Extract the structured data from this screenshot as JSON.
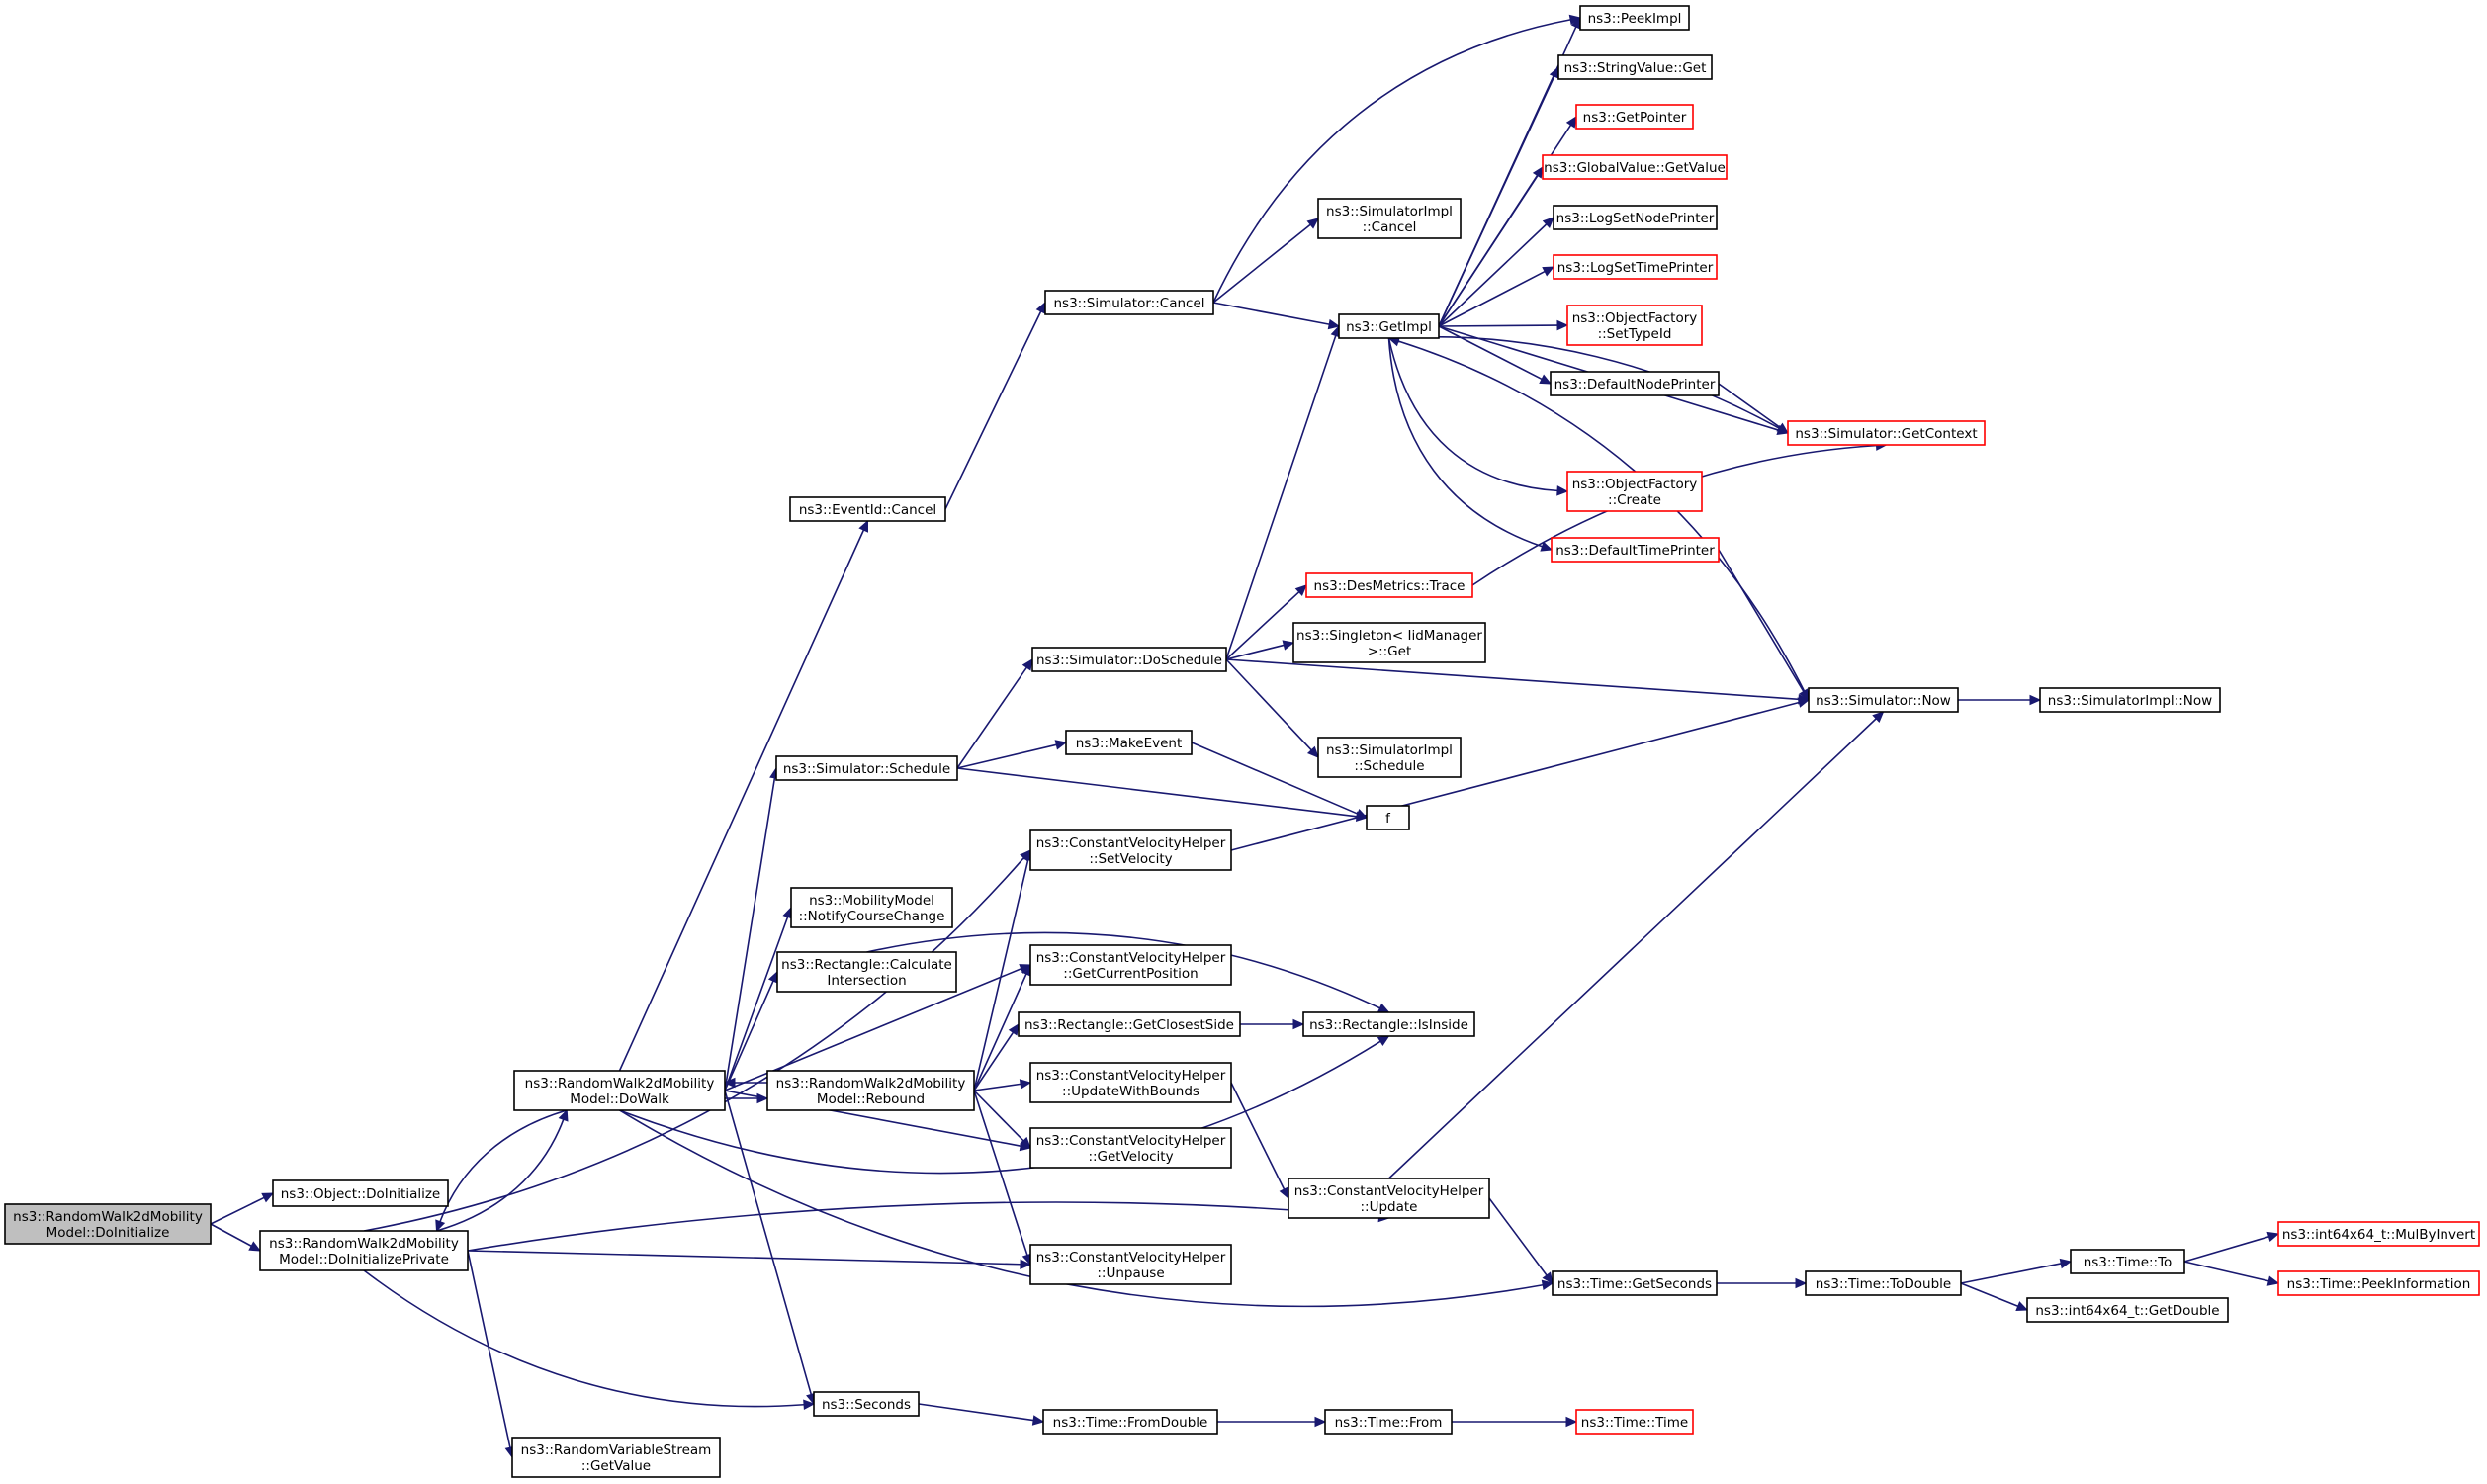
{
  "colors": {
    "edge": "#191970",
    "node_border": "#000000",
    "node_border_external": "#ff0000",
    "node_fill": "#ffffff",
    "root_fill": "#bfbfbf"
  },
  "nodes": {
    "root": {
      "lines": [
        "ns3::RandomWalk2dMobility",
        "Model::DoInitialize"
      ],
      "style": "root"
    },
    "objDoInit": {
      "lines": [
        "ns3::Object::DoInitialize"
      ],
      "style": "normal"
    },
    "doInitPriv": {
      "lines": [
        "ns3::RandomWalk2dMobility",
        "Model::DoInitializePrivate"
      ],
      "style": "normal"
    },
    "doWalk": {
      "lines": [
        "ns3::RandomWalk2dMobility",
        "Model::DoWalk"
      ],
      "style": "normal"
    },
    "rebound": {
      "lines": [
        "ns3::RandomWalk2dMobility",
        "Model::Rebound"
      ],
      "style": "normal"
    },
    "rvsGetValue": {
      "lines": [
        "ns3::RandomVariableStream",
        "::GetValue"
      ],
      "style": "normal"
    },
    "eventCancel": {
      "lines": [
        "ns3::EventId::Cancel"
      ],
      "style": "normal"
    },
    "simSchedule": {
      "lines": [
        "ns3::Simulator::Schedule"
      ],
      "style": "normal"
    },
    "notifyCourse": {
      "lines": [
        "ns3::MobilityModel",
        "::NotifyCourseChange"
      ],
      "style": "normal"
    },
    "calcInter": {
      "lines": [
        "ns3::Rectangle::Calculate",
        "Intersection"
      ],
      "style": "normal"
    },
    "seconds": {
      "lines": [
        "ns3::Seconds"
      ],
      "style": "normal"
    },
    "simCancel": {
      "lines": [
        "ns3::Simulator::Cancel"
      ],
      "style": "normal"
    },
    "simDoSchedule": {
      "lines": [
        "ns3::Simulator::DoSchedule"
      ],
      "style": "normal"
    },
    "makeEvent": {
      "lines": [
        "ns3::MakeEvent"
      ],
      "style": "normal"
    },
    "cvhSetVel": {
      "lines": [
        "ns3::ConstantVelocityHelper",
        "::SetVelocity"
      ],
      "style": "normal"
    },
    "cvhGetPos": {
      "lines": [
        "ns3::ConstantVelocityHelper",
        "::GetCurrentPosition"
      ],
      "style": "normal"
    },
    "rectClosest": {
      "lines": [
        "ns3::Rectangle::GetClosestSide"
      ],
      "style": "normal"
    },
    "cvhUpdBounds": {
      "lines": [
        "ns3::ConstantVelocityHelper",
        "::UpdateWithBounds"
      ],
      "style": "normal"
    },
    "cvhGetVel": {
      "lines": [
        "ns3::ConstantVelocityHelper",
        "::GetVelocity"
      ],
      "style": "normal"
    },
    "cvhUnpause": {
      "lines": [
        "ns3::ConstantVelocityHelper",
        "::Unpause"
      ],
      "style": "normal"
    },
    "timeFromDouble": {
      "lines": [
        "ns3::Time::FromDouble"
      ],
      "style": "normal"
    },
    "simImplCancel": {
      "lines": [
        "ns3::SimulatorImpl",
        "::Cancel"
      ],
      "style": "normal"
    },
    "desTrace": {
      "lines": [
        "ns3::DesMetrics::Trace"
      ],
      "style": "external"
    },
    "singletonGet": {
      "lines": [
        "ns3::Singleton< IidManager",
        " >::Get"
      ],
      "style": "normal"
    },
    "simImplSchedule": {
      "lines": [
        "ns3::SimulatorImpl",
        "::Schedule"
      ],
      "style": "normal"
    },
    "f": {
      "lines": [
        "f"
      ],
      "style": "normal"
    },
    "getImpl": {
      "lines": [
        "ns3::GetImpl"
      ],
      "style": "normal"
    },
    "cvhUpdate": {
      "lines": [
        "ns3::ConstantVelocityHelper",
        "::Update"
      ],
      "style": "normal"
    },
    "timeFrom": {
      "lines": [
        "ns3::Time::From"
      ],
      "style": "normal"
    },
    "peekImpl": {
      "lines": [
        "ns3::PeekImpl"
      ],
      "style": "normal"
    },
    "stringValueGet": {
      "lines": [
        "ns3::StringValue::Get"
      ],
      "style": "normal"
    },
    "getPointer": {
      "lines": [
        "ns3::GetPointer"
      ],
      "style": "external"
    },
    "globalValueGet": {
      "lines": [
        "ns3::GlobalValue::GetValue"
      ],
      "style": "external"
    },
    "logNodePrinter": {
      "lines": [
        "ns3::LogSetNodePrinter"
      ],
      "style": "normal"
    },
    "logTimePrinter": {
      "lines": [
        "ns3::LogSetTimePrinter"
      ],
      "style": "external"
    },
    "ofSetTypeId": {
      "lines": [
        "ns3::ObjectFactory",
        "::SetTypeId"
      ],
      "style": "external"
    },
    "defNodePrinter": {
      "lines": [
        "ns3::DefaultNodePrinter"
      ],
      "style": "normal"
    },
    "ofCreate": {
      "lines": [
        "ns3::ObjectFactory",
        "::Create"
      ],
      "style": "external"
    },
    "defTimePrinter": {
      "lines": [
        "ns3::DefaultTimePrinter"
      ],
      "style": "external"
    },
    "timeGetSeconds": {
      "lines": [
        "ns3::Time::GetSeconds"
      ],
      "style": "normal"
    },
    "timeTime": {
      "lines": [
        "ns3::Time::Time"
      ],
      "style": "external"
    },
    "simGetContext": {
      "lines": [
        "ns3::Simulator::GetContext"
      ],
      "style": "external"
    },
    "simNow": {
      "lines": [
        "ns3::Simulator::Now"
      ],
      "style": "normal"
    },
    "timeToDouble": {
      "lines": [
        "ns3::Time::ToDouble"
      ],
      "style": "normal"
    },
    "simImplNow": {
      "lines": [
        "ns3::SimulatorImpl::Now"
      ],
      "style": "normal"
    },
    "timeTo": {
      "lines": [
        "ns3::Time::To"
      ],
      "style": "normal"
    },
    "int64GetDouble": {
      "lines": [
        "ns3::int64x64_t::GetDouble"
      ],
      "style": "normal"
    },
    "int64MulByInvert": {
      "lines": [
        "ns3::int64x64_t::MulByInvert"
      ],
      "style": "external"
    },
    "timePeekInfo": {
      "lines": [
        "ns3::Time::PeekInformation"
      ],
      "style": "external"
    }
  },
  "edges": [
    [
      "root",
      "objDoInit"
    ],
    [
      "root",
      "doInitPriv"
    ],
    [
      "doInitPriv",
      "doWalk"
    ],
    [
      "doInitPriv",
      "rvsGetValue"
    ],
    [
      "doInitPriv",
      "seconds"
    ],
    [
      "doInitPriv",
      "cvhSetVel"
    ],
    [
      "doInitPriv",
      "cvhUnpause"
    ],
    [
      "doInitPriv",
      "cvhUpdate"
    ],
    [
      "doWalk",
      "doInitPriv"
    ],
    [
      "doWalk",
      "eventCancel"
    ],
    [
      "doWalk",
      "simSchedule"
    ],
    [
      "doWalk",
      "notifyCourse"
    ],
    [
      "doWalk",
      "calcInter"
    ],
    [
      "doWalk",
      "seconds"
    ],
    [
      "doWalk",
      "rebound"
    ],
    [
      "doWalk",
      "cvhGetPos"
    ],
    [
      "doWalk",
      "cvhGetVel"
    ],
    [
      "doWalk",
      "rectInside"
    ],
    [
      "doWalk",
      "timeGetSeconds"
    ],
    [
      "rebound",
      "doWalk"
    ],
    [
      "rebound",
      "cvhSetVel"
    ],
    [
      "rebound",
      "cvhGetPos"
    ],
    [
      "rebound",
      "rectClosest"
    ],
    [
      "rebound",
      "cvhUpdBounds"
    ],
    [
      "rebound",
      "cvhGetVel"
    ],
    [
      "rebound",
      "cvhUnpause"
    ],
    [
      "eventCancel",
      "simCancel"
    ],
    [
      "simCancel",
      "simImplCancel"
    ],
    [
      "simCancel",
      "getImpl"
    ],
    [
      "simCancel",
      "peekImpl"
    ],
    [
      "simSchedule",
      "simDoSchedule"
    ],
    [
      "simSchedule",
      "makeEvent"
    ],
    [
      "simSchedule",
      "f"
    ],
    [
      "makeEvent",
      "f"
    ],
    [
      "simDoSchedule",
      "getImpl"
    ],
    [
      "simDoSchedule",
      "desTrace"
    ],
    [
      "simDoSchedule",
      "singletonGet"
    ],
    [
      "simDoSchedule",
      "simImplSchedule"
    ],
    [
      "simDoSchedule",
      "simNow"
    ],
    [
      "calcInter",
      "rectInside"
    ],
    [
      "rectClosest",
      "rectInside"
    ],
    [
      "cvhSetVel",
      "simNow"
    ],
    [
      "cvhUpdBounds",
      "cvhUpdate"
    ],
    [
      "cvhUpdate",
      "simNow"
    ],
    [
      "cvhUpdate",
      "timeGetSeconds"
    ],
    [
      "seconds",
      "timeFromDouble"
    ],
    [
      "timeFromDouble",
      "timeFrom"
    ],
    [
      "timeFrom",
      "timeTime"
    ],
    [
      "getImpl",
      "peekImpl"
    ],
    [
      "getImpl",
      "stringValueGet"
    ],
    [
      "getImpl",
      "getPointer"
    ],
    [
      "getImpl",
      "globalValueGet"
    ],
    [
      "getImpl",
      "logNodePrinter"
    ],
    [
      "getImpl",
      "logTimePrinter"
    ],
    [
      "getImpl",
      "ofSetTypeId"
    ],
    [
      "getImpl",
      "defNodePrinter"
    ],
    [
      "getImpl",
      "ofCreate"
    ],
    [
      "getImpl",
      "defTimePrinter"
    ],
    [
      "getImpl",
      "simGetContext"
    ],
    [
      "defNodePrinter",
      "simGetContext"
    ],
    [
      "simGetContext",
      "getImpl"
    ],
    [
      "defTimePrinter",
      "simNow"
    ],
    [
      "simNow",
      "getImpl"
    ],
    [
      "simNow",
      "simImplNow"
    ],
    [
      "desTrace",
      "simGetContext"
    ],
    [
      "timeGetSeconds",
      "timeToDouble"
    ],
    [
      "timeToDouble",
      "timeTo"
    ],
    [
      "timeToDouble",
      "int64GetDouble"
    ],
    [
      "timeTo",
      "int64MulByInvert"
    ],
    [
      "timeTo",
      "timePeekInfo"
    ]
  ],
  "extra_nodes": {
    "rectInside": {
      "lines": [
        "ns3::Rectangle::IsInside"
      ],
      "style": "normal"
    }
  }
}
